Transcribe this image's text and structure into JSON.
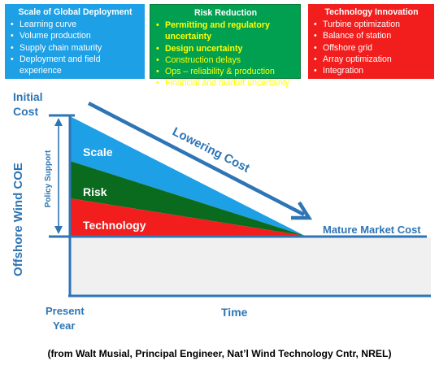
{
  "boxes": {
    "scale": {
      "title": "Scale of Global Deployment",
      "items": [
        "Learning curve",
        "Volume production",
        "Supply chain maturity",
        "Deployment and field experience"
      ]
    },
    "risk": {
      "title": "Risk Reduction",
      "items": [
        "Permitting and regulatory uncertainty",
        "Design uncertainty",
        "Construction delays",
        "Ops – reliability & production",
        "Financial and market uncertainty"
      ]
    },
    "technology": {
      "title": "Technology Innovation",
      "items": [
        "Turbine optimization",
        "Balance of station",
        "Offshore grid",
        "Array optimization",
        "Integration"
      ]
    }
  },
  "diagram": {
    "y_axis_label": "Offshore Wind COE",
    "initial_cost_line1": "Initial",
    "initial_cost_line2": "Cost",
    "policy_support": "Policy Support",
    "lowering_cost": "Lowering Cost",
    "mature_market_cost": "Mature Market Cost",
    "present_year_line1": "Present",
    "present_year_line2": "Year",
    "x_axis_label": "Time",
    "wedges": [
      "Scale",
      "Risk",
      "Technology"
    ]
  },
  "colors": {
    "scale": "#1ea0e6",
    "risk": "#0a6b1e",
    "technology": "#f21d1d",
    "axis": "#2e75b6",
    "mature_band": "#f0f0f0"
  },
  "caption": "(from Walt Musial, Principal Engineer, Nat’l Wind Technology Cntr, NREL)"
}
